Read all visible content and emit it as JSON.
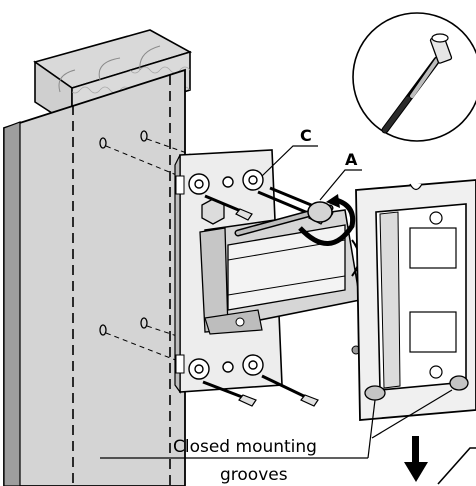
{
  "labels": {
    "callout_a": "A",
    "callout_c": "C",
    "caption_line1": "Closed mounting",
    "caption_line2": "grooves"
  }
}
